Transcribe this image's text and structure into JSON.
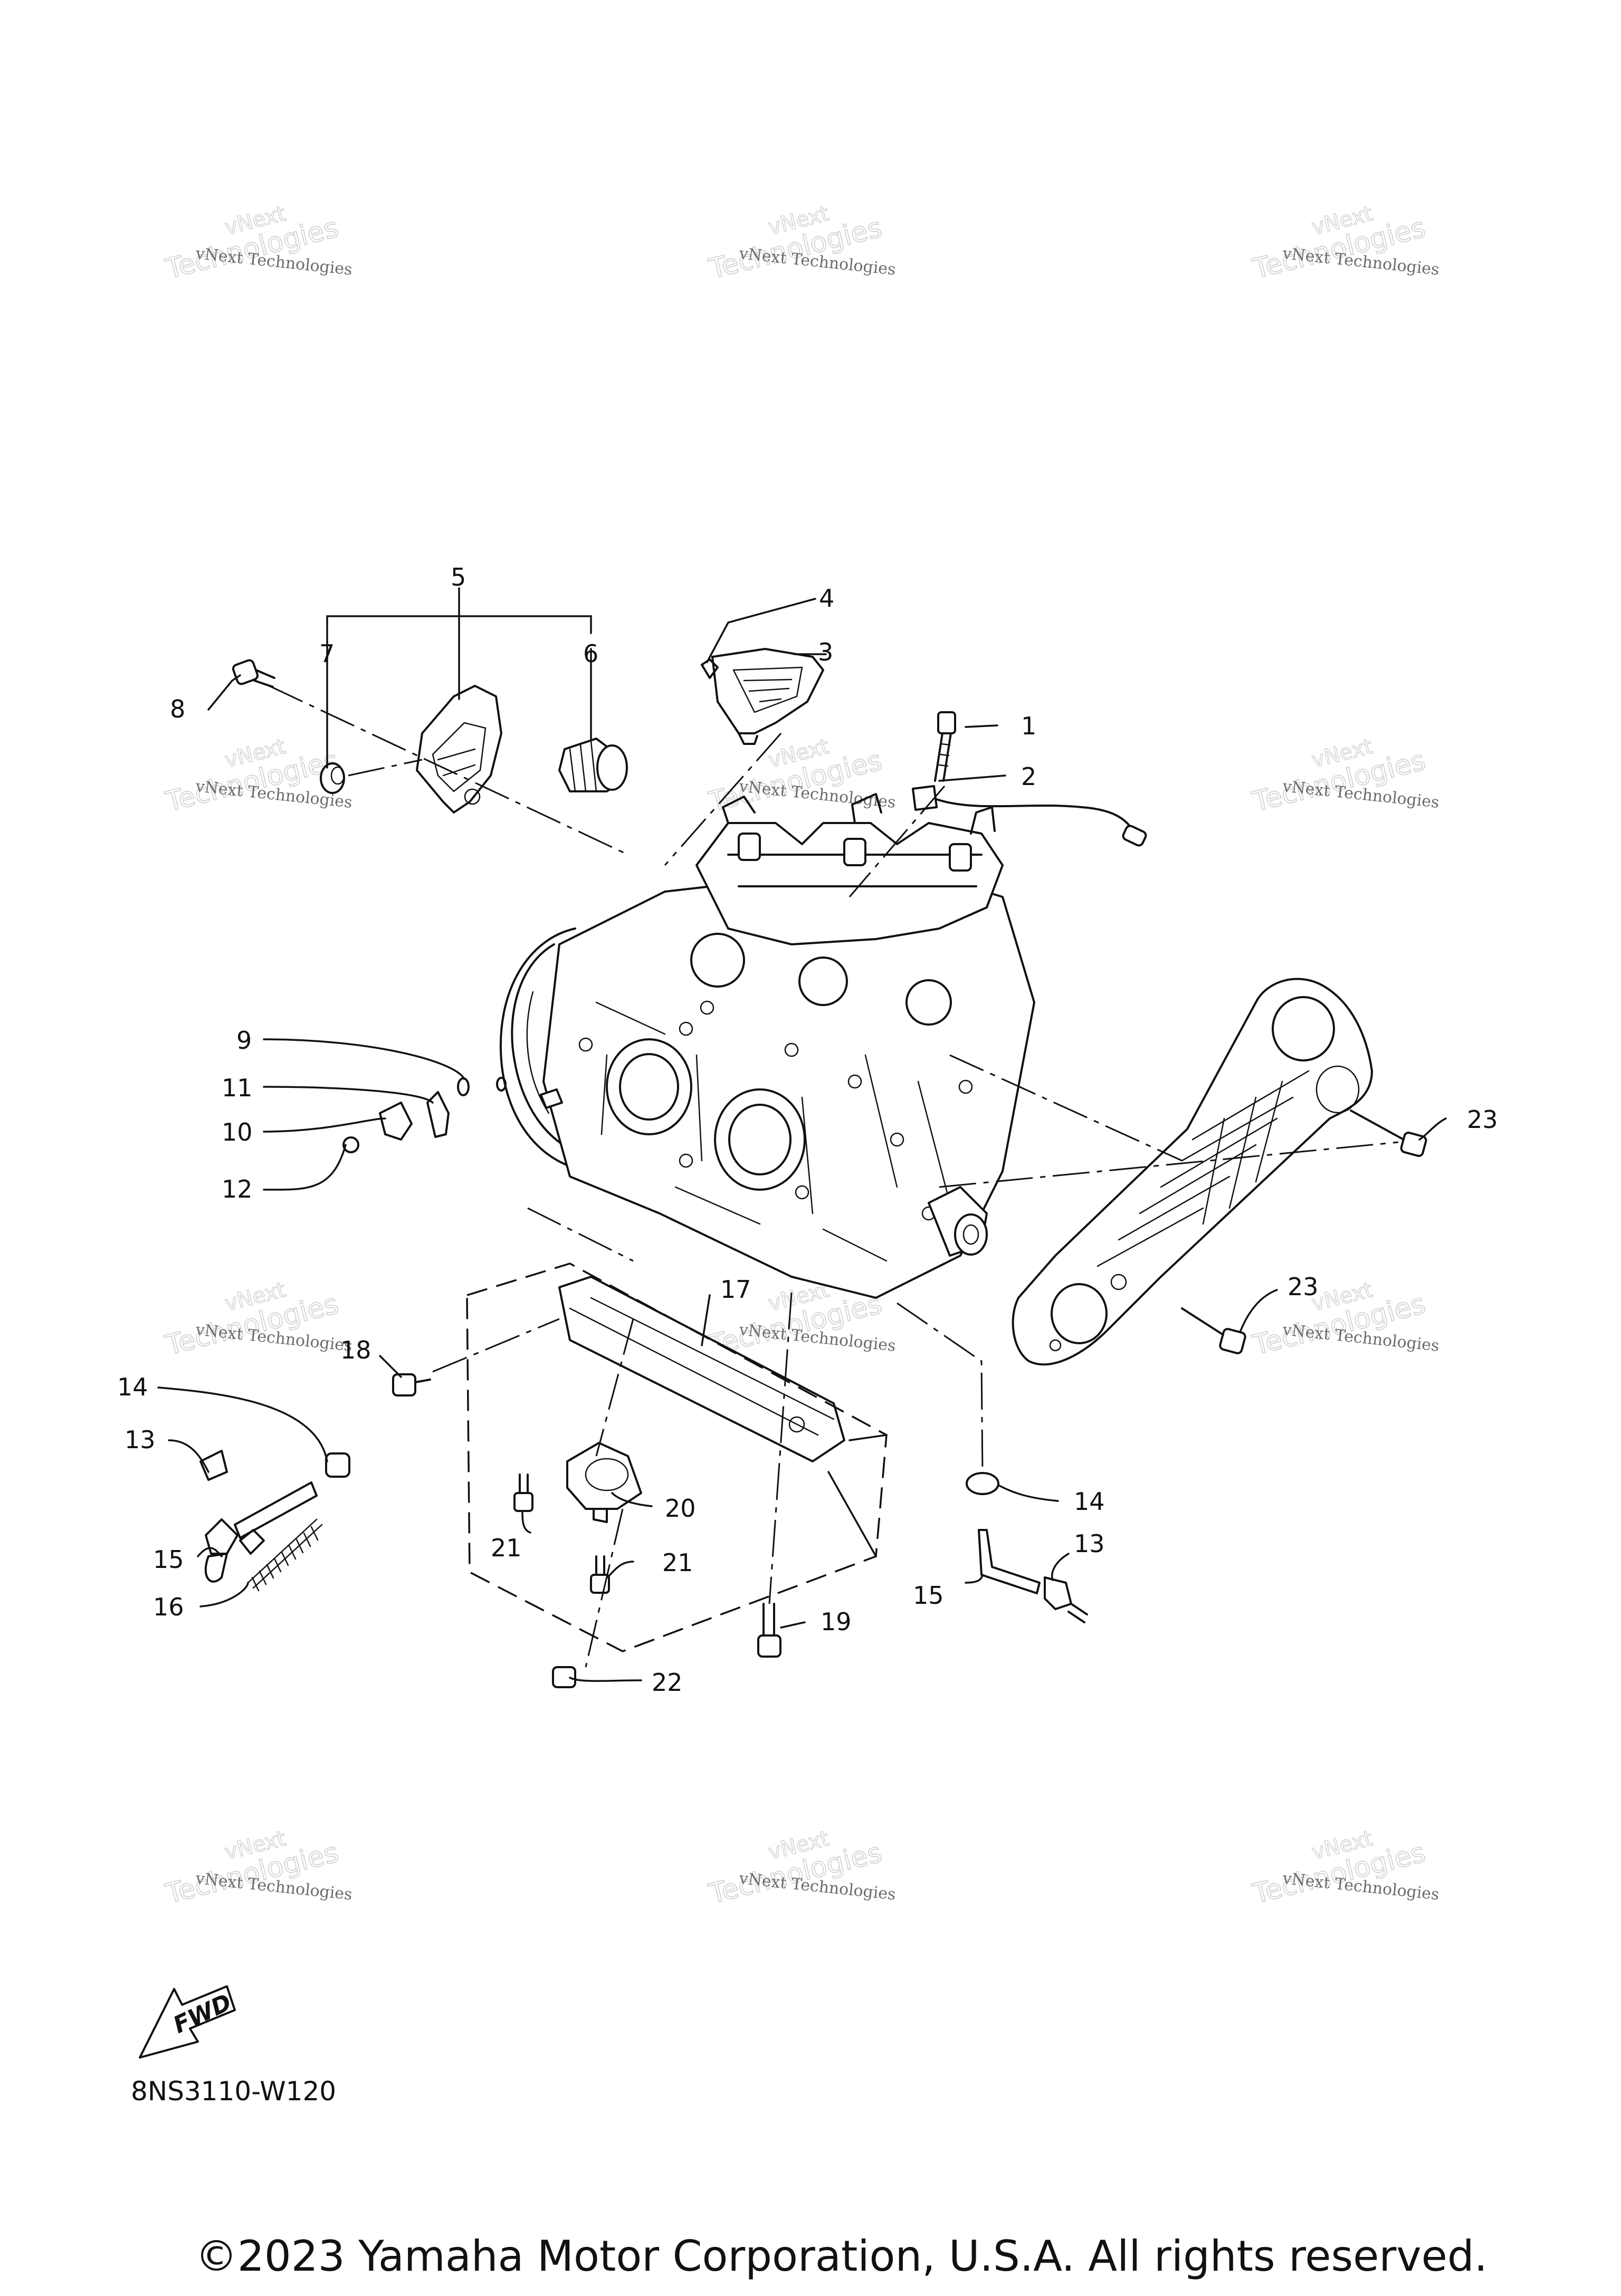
{
  "watermark": {
    "brand_top": "vNext",
    "brand_line": "vNext Technologies",
    "brand_bottom": "Technologies"
  },
  "callouts": [
    "1",
    "2",
    "3",
    "4",
    "5",
    "6",
    "7",
    "8",
    "9",
    "10",
    "11",
    "12",
    "13",
    "13",
    "14",
    "14",
    "15",
    "15",
    "16",
    "17",
    "18",
    "19",
    "20",
    "21",
    "21",
    "22",
    "23",
    "23"
  ],
  "fwd_label": "FWD",
  "diagram_code": "8NS3110-W120",
  "copyright": "©2023 Yamaha Motor Corporation, U.S.A. All rights reserved.",
  "colors": {
    "ink": "#111111",
    "background": "#ffffff",
    "watermark": "#cfcfcf"
  }
}
